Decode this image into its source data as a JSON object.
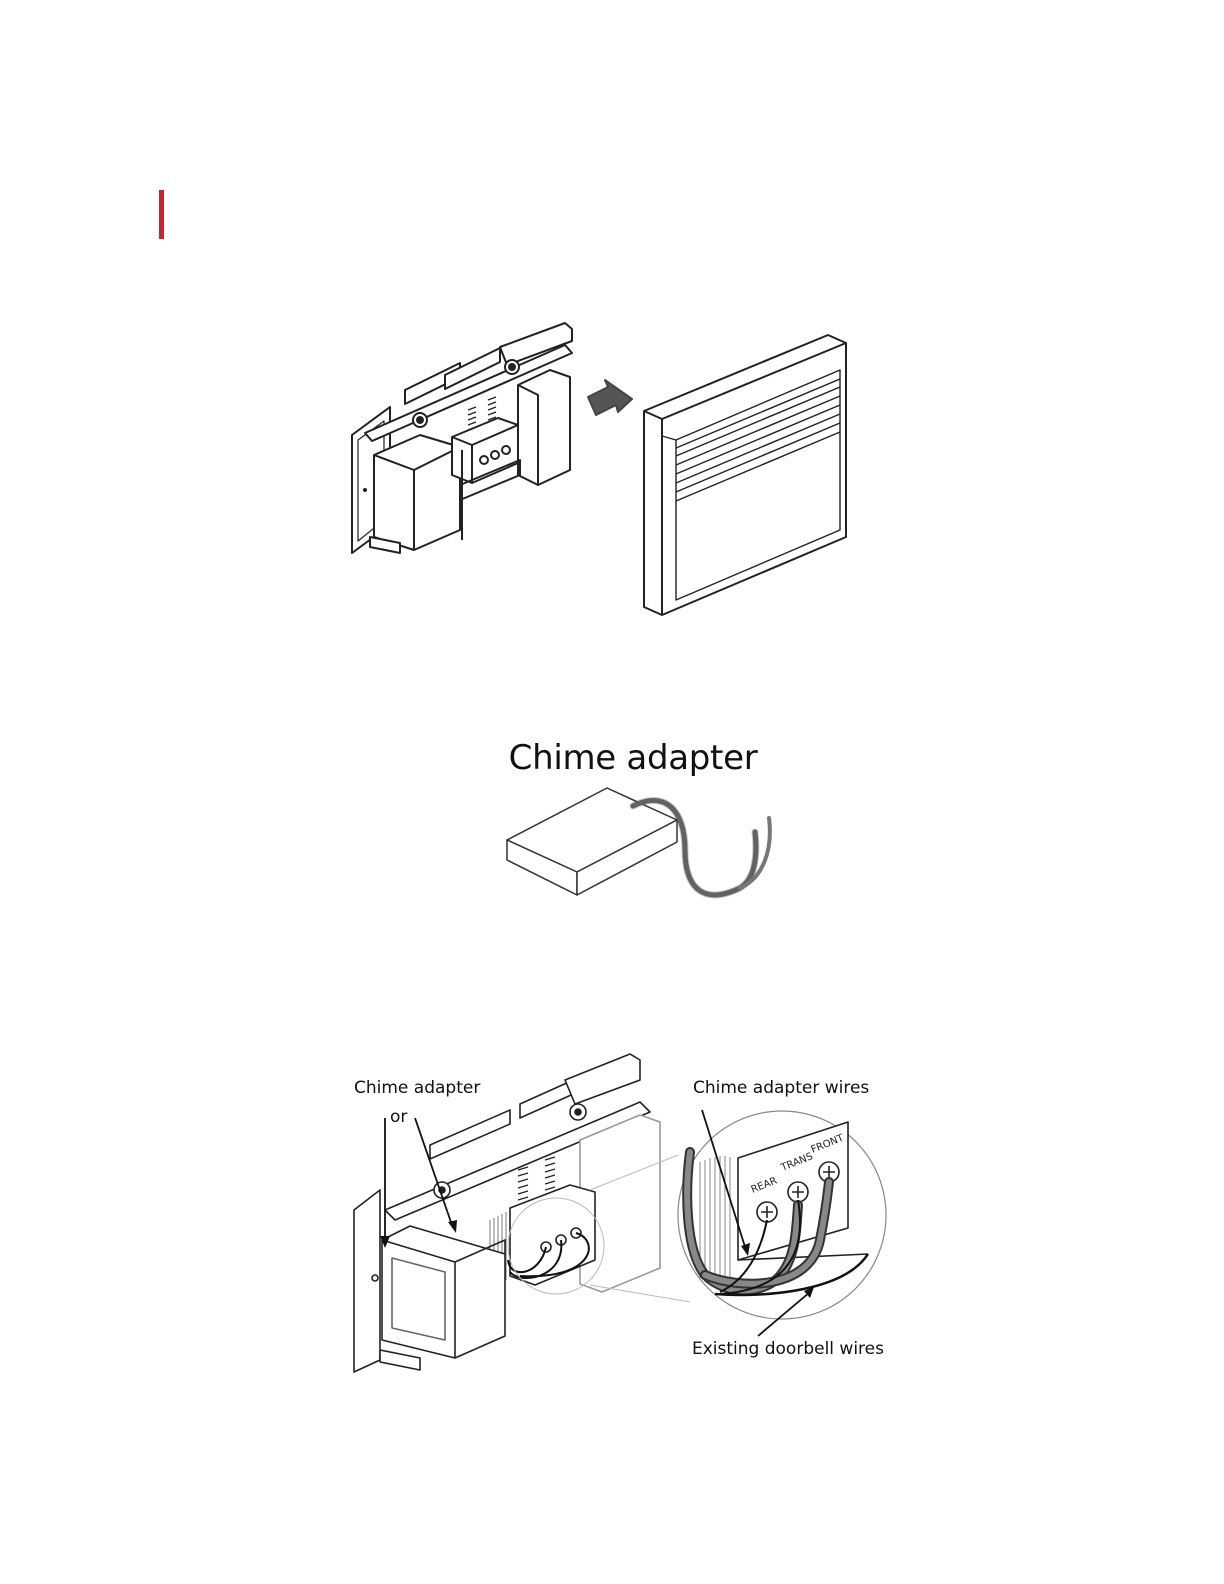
{
  "figure2": {
    "title": "Chime adapter"
  },
  "figure3": {
    "label_chime_adapter": "Chime adapter",
    "label_or": "or",
    "label_chime_adapter_wires": "Chime adapter wires",
    "label_existing_wires": "Existing doorbell wires",
    "terminal_labels": [
      "REAR",
      "TRANS",
      "FRONT"
    ]
  },
  "colors": {
    "accent": "#c1272d",
    "line": "#222222",
    "wire": "#777777"
  }
}
